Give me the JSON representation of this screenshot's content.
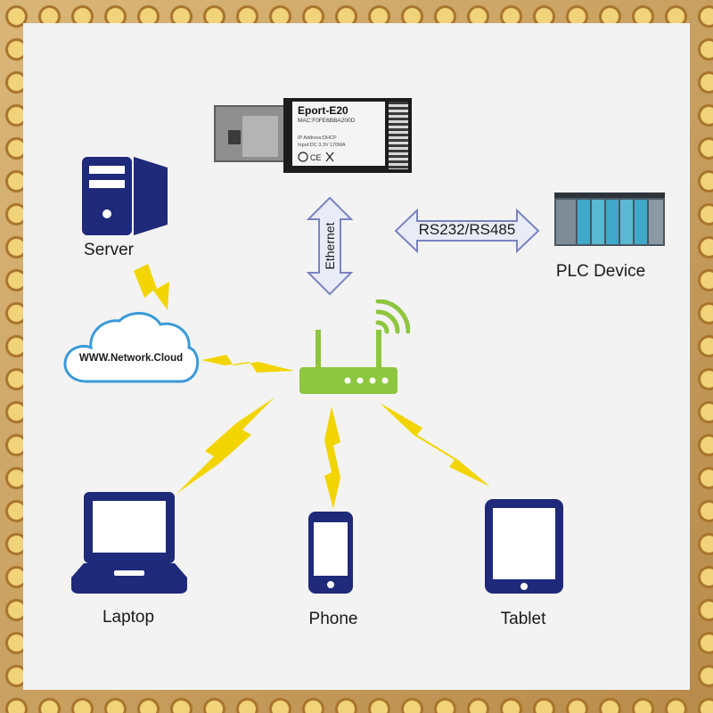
{
  "device": {
    "model": "Eport-E20",
    "mac": "MAC:F0FE6BBA200D",
    "ip": "IP Address:DHCP",
    "input": "Input:DC 3.3V 170MA"
  },
  "labels": {
    "server": "Server",
    "cloud": "WWW.Network.Cloud",
    "ethernet": "Ethernet",
    "serial": "RS232/RS485",
    "plc": "PLC Device",
    "laptop": "Laptop",
    "phone": "Phone",
    "tablet": "Tablet"
  },
  "colors": {
    "device_navy": "#1f2a7a",
    "router_green": "#8dc63f",
    "bolt_yellow": "#f2d500",
    "cloud_blue": "#3a9ad9",
    "arrow_fill": "#e9ecf7",
    "arrow_stroke": "#7a83c2"
  }
}
